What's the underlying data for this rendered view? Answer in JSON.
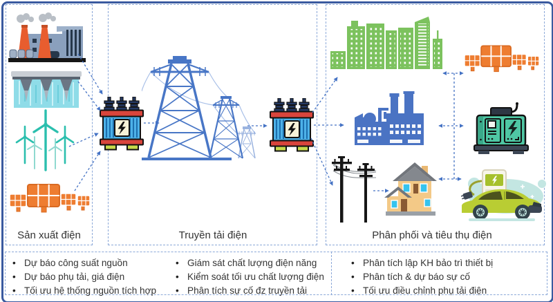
{
  "diagram": {
    "sections": [
      {
        "label": "Sản xuất điện"
      },
      {
        "label": "Truyền tải điện"
      },
      {
        "label": "Phân phối và tiêu thụ điện"
      }
    ],
    "icons": {
      "generation": [
        "thermal-plant-icon",
        "hydro-dam-icon",
        "wind-turbines-icon",
        "solar-panels-icon"
      ],
      "transmission": [
        "step-up-transformer-icon",
        "transmission-towers-icon",
        "step-down-transformer-icon"
      ],
      "distribution": [
        "city-buildings-icon",
        "factory-icon",
        "power-poles-icon",
        "house-icon"
      ],
      "consumers": [
        "rooftop-solar-icon",
        "backup-generator-icon",
        "electric-car-icon"
      ]
    },
    "colors": {
      "frame": "#3a5a9f",
      "dashed_border": "#8aa7d8",
      "arrow": "#4472c4",
      "tower_blue": "#4876c6",
      "factory_blue": "#4a73c3",
      "building_green": "#7cc25e",
      "solar_orange": "#ed7d31",
      "wind_teal": "#2cbfae",
      "water_teal": "#8fdce8",
      "transformer_red": "#d9453c",
      "transformer_body": "#4db1e8",
      "generator_teal": "#4fc7a4",
      "car_lime": "#b9cd33",
      "house_tan": "#f3c987"
    }
  },
  "bottom": {
    "lists": [
      {
        "items": [
          "Dự báo công suất nguồn",
          "Dự báo phụ tải, giá điện",
          "Tối ưu hệ thống nguồn tích hợp"
        ]
      },
      {
        "items": [
          "Giám sát chất lượng điện năng",
          "Kiểm soát tối ưu chất lượng điện",
          "Phân tích sự cố đz truyền tải"
        ]
      },
      {
        "items": [
          "Phân tích lập KH bảo trì thiết bị",
          "Phân tích & dự báo sự cố",
          "Tối ưu điều chỉnh phụ tải điện"
        ]
      }
    ]
  }
}
